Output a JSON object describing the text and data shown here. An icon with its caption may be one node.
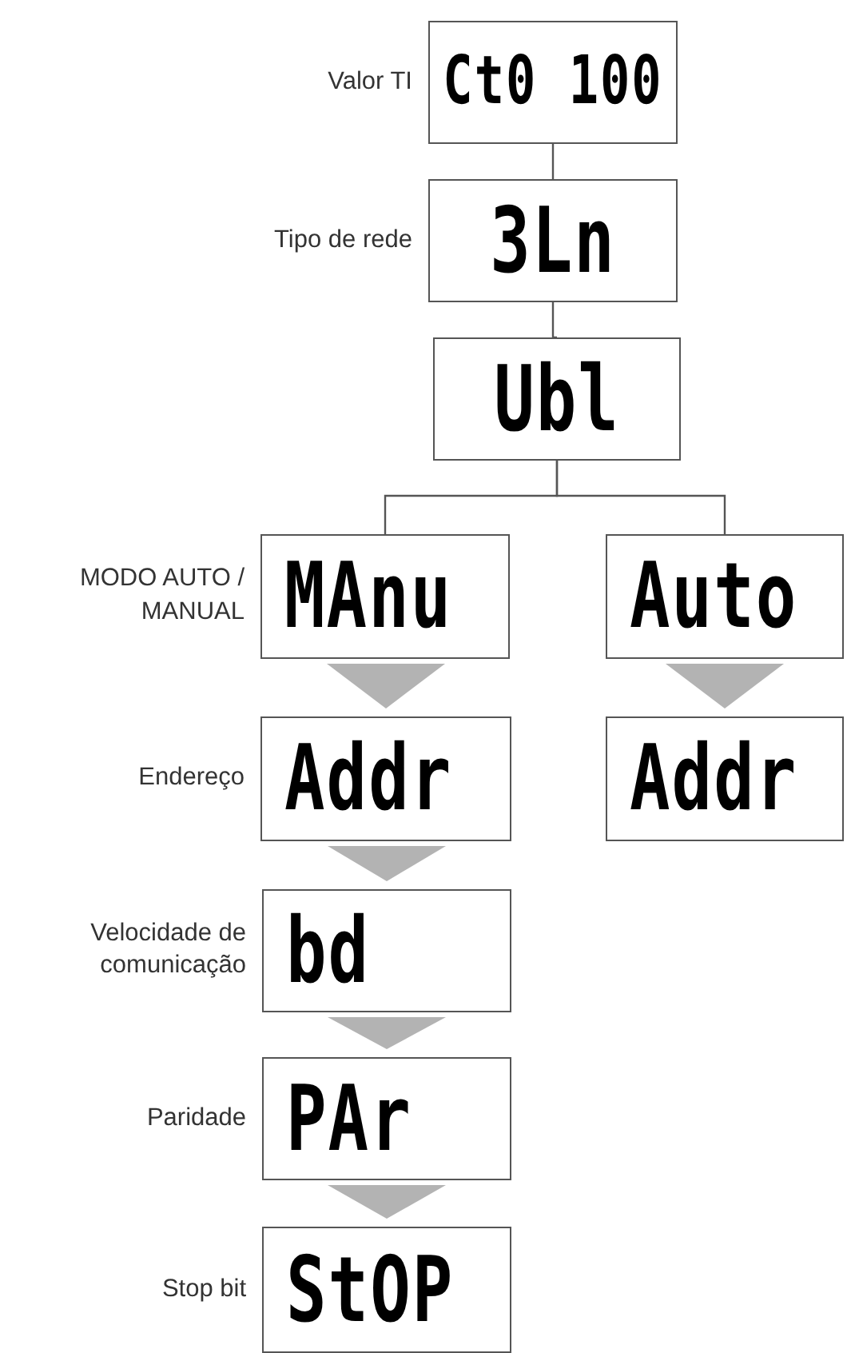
{
  "diagram": {
    "nodes": [
      {
        "text": [
          "Ct0 100"
        ],
        "beside": [
          "Valor TI"
        ]
      },
      {
        "text": [
          "3Ln"
        ],
        "beside": [
          "Tipo de rede"
        ]
      },
      {
        "text": [
          "Ubl"
        ]
      },
      {
        "text": [
          "MAnu"
        ],
        "beside": [
          "MODO AUTO / MANUAL"
        ]
      },
      {
        "text": [
          "Auto"
        ]
      },
      {
        "text": [
          "Addr"
        ],
        "beside": [
          "Endereço"
        ]
      },
      {
        "text": [
          "Addr"
        ]
      },
      {
        "text": [
          "bd"
        ],
        "beside": [
          "Velocidade de comunicação"
        ]
      },
      {
        "text": [
          "PAr"
        ],
        "beside": [
          "Paridade"
        ]
      },
      {
        "text": [
          "StOP"
        ],
        "beside": [
          "Stop bit"
        ]
      }
    ],
    "edges": [
      {
        "from": 0,
        "to": 1,
        "arrow": "none"
      },
      {
        "from": 1,
        "to": 2,
        "arrow": "none"
      },
      {
        "from": 2,
        "to": 3,
        "arrow": "none"
      },
      {
        "from": 2,
        "to": 4,
        "arrow": "none"
      },
      {
        "from": 3,
        "to": 5,
        "arrow": "to"
      },
      {
        "from": 4,
        "to": 6,
        "arrow": "to"
      },
      {
        "from": 5,
        "to": 7,
        "arrow": "to"
      },
      {
        "from": 7,
        "to": 8,
        "arrow": "to"
      },
      {
        "from": 8,
        "to": 9,
        "arrow": "to"
      }
    ]
  }
}
